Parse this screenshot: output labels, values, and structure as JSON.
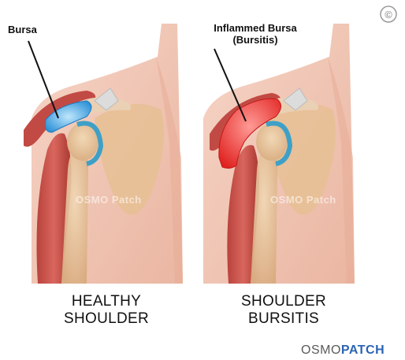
{
  "copyright_symbol": "©",
  "healthy": {
    "label": "Bursa",
    "caption_line1": "HEALTHY",
    "caption_line2": "SHOULDER",
    "watermark": "OSMO Patch",
    "bursa_color": "#4aa9e6"
  },
  "bursitis": {
    "label_line1": "Inflammed Bursa",
    "label_line2": "(Bursitis)",
    "caption_line1": "SHOULDER",
    "caption_line2": "BURSITIS",
    "watermark": "OSMO Patch",
    "bursa_color": "#e8322f"
  },
  "brand": {
    "part1": "OSMO",
    "part2": "PATCH"
  },
  "colors": {
    "skin": "#f4c7b6",
    "muscle": "#c94b45",
    "bone": "#e9c79f",
    "cartilage": "#3ea0c7",
    "brand_blue": "#2b64b4"
  }
}
